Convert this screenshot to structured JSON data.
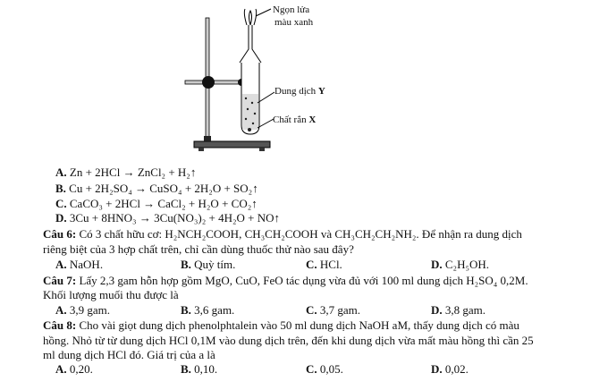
{
  "figure": {
    "flame_label_1": "Ngọn lửa",
    "flame_label_2": "màu xanh",
    "solution_label": "Dung dịch ",
    "solution_letter": "Y",
    "solid_label": "Chất rắn ",
    "solid_letter": "X"
  },
  "q5_options": [
    {
      "key": "A.",
      "text": " Zn  +  2HCl  →  ZnCl₂  +  H₂↑"
    },
    {
      "key": "B.",
      "text": " Cu + 2H₂SO₄ → CuSO₄  +  2H₂O  +  SO₂↑"
    },
    {
      "key": "C.",
      "text": " CaCO₃ + 2HCl → CaCl₂  + H₂O  +  CO₂↑"
    },
    {
      "key": "D.",
      "text": " 3Cu  +  8HNO₃ → 3Cu(NO₃)₂  +  4H₂O  +  NO↑"
    }
  ],
  "q6": {
    "label": "Câu 6:",
    "line1": " Có 3 chất hữu cơ: H₂NCH₂COOH, CH₃CH₂COOH và CH₃CH₂CH₂NH₂. Để nhận ra dung dịch",
    "line2": "riêng biệt của 3 hợp chất trên, chỉ cần dùng thuốc thử nào sau đây?",
    "options": [
      {
        "key": "A.",
        "text": " NaOH."
      },
      {
        "key": "B.",
        "text": " Quỳ tím."
      },
      {
        "key": "C.",
        "text": " HCl."
      },
      {
        "key": "D.",
        "text": " C₂H₅OH."
      }
    ]
  },
  "q7": {
    "label": "Câu 7:",
    "line1": " Lấy 2,3 gam hỗn hợp gồm MgO, CuO, FeO tác dụng vừa đủ với 100 ml dung dịch H₂SO₄ 0,2M.",
    "line2": "Khối lượng muối thu được là",
    "options": [
      {
        "key": "A.",
        "text": " 3,9 gam."
      },
      {
        "key": "B.",
        "text": " 3,6 gam."
      },
      {
        "key": "C.",
        "text": " 3,7 gam."
      },
      {
        "key": "D.",
        "text": " 3,8 gam."
      }
    ]
  },
  "q8": {
    "label": "Câu 8:",
    "line1": " Cho vài giọt dung dịch phenolphtalein vào 50 ml dung dịch NaOH aM, thấy dung dịch có màu",
    "line2": "hồng. Nhỏ từ từ dung dịch HCl 0,1M vào dung dịch trên, đến khi dung dịch vừa mất màu hồng thì cần 25",
    "line3": "ml dung dịch HCl đó. Giá trị của a là",
    "options": [
      {
        "key": "A.",
        "text": " 0,20."
      },
      {
        "key": "B.",
        "text": " 0,10."
      },
      {
        "key": "C.",
        "text": " 0,05."
      },
      {
        "key": "D.",
        "text": " 0,02."
      }
    ]
  }
}
